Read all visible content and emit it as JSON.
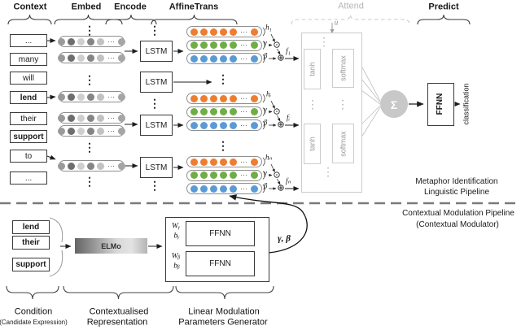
{
  "headers": {
    "context": "Context",
    "embed": "Embed",
    "encode": "Encode",
    "affine": "AffineTrans",
    "attend": "Attend",
    "predict": "Predict"
  },
  "context_words": [
    "...",
    "many",
    "will",
    "lend",
    "their",
    "support",
    "to",
    "..."
  ],
  "encode": {
    "lstm": "LSTM"
  },
  "affine": {
    "gamma": "γ",
    "beta": "β",
    "groups": [
      {
        "h": "h₁",
        "f": "f₁"
      },
      {
        "h": "hᵢ",
        "f": "fᵢ"
      },
      {
        "h": "hₙ",
        "f": "fₙ"
      }
    ]
  },
  "attend": {
    "u": "u",
    "tanh": "tanh",
    "softmax": "softmax",
    "sum": "Σ"
  },
  "predict": {
    "ffnn": "FFNN",
    "classification": "classification"
  },
  "pipelines": {
    "top_line1": "Metaphor Identification",
    "top_line2": "Linguistic Pipeline",
    "bottom_line1": "Contextual Modulation Pipeline",
    "bottom_line2": "(Contextual Modulator)"
  },
  "modulator": {
    "words": [
      "lend",
      "their",
      "support"
    ],
    "elmo": "ELMo",
    "ffnn": "FFNN",
    "w_gamma": "Wᵧ",
    "b_gamma": "bᵧ",
    "w_beta": "Wᵦ",
    "b_beta": "bᵦ",
    "gamma_beta": "γ, β"
  },
  "sections": {
    "condition": "Condition",
    "condition_sub": "(Candidate Expression)",
    "ctx1": "Contextualised",
    "ctx2": "Representation",
    "lin1": "Linear Modulation",
    "lin2": "Parameters Generator"
  },
  "glyphs": {
    "vdots": "⋮",
    "hdots": "⋯",
    "odot": "⊙",
    "oplus": "⊕"
  },
  "colors": {
    "orange": "#ED7D31",
    "green": "#70AD47",
    "blue": "#5B9BD5",
    "sum_fill": "#c8c8c8",
    "embed_dots": [
      "#9a9a9a",
      "#6e6e6e",
      "#cfcfcf",
      "#858585",
      "#c2c2c2"
    ],
    "embed_dot_end": "#a5a5a5"
  }
}
